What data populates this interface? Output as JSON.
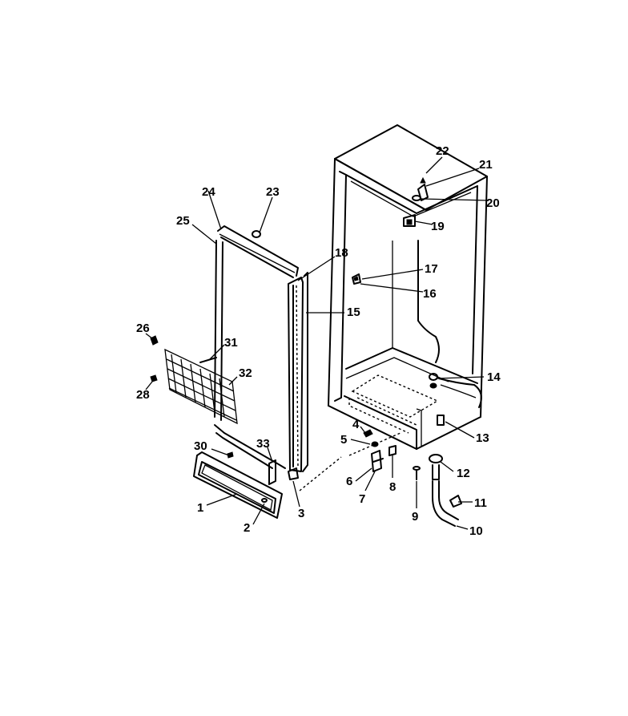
{
  "diagram": {
    "labels": {
      "l1": "1",
      "l2": "2",
      "l3": "3",
      "l4": "4",
      "l5": "5",
      "l6": "6",
      "l7": "7",
      "l8": "8",
      "l9": "9",
      "l10": "10",
      "l11": "11",
      "l12": "12",
      "l13": "13",
      "l14": "14",
      "l15": "15",
      "l16": "16",
      "l17": "17",
      "l18": "18",
      "l19": "19",
      "l20": "20",
      "l21": "21",
      "l22": "22",
      "l23": "23",
      "l24": "24",
      "l25": "25",
      "l26": "26",
      "l28": "28",
      "l30": "30",
      "l31": "31",
      "l32": "32",
      "l33": "33"
    }
  }
}
